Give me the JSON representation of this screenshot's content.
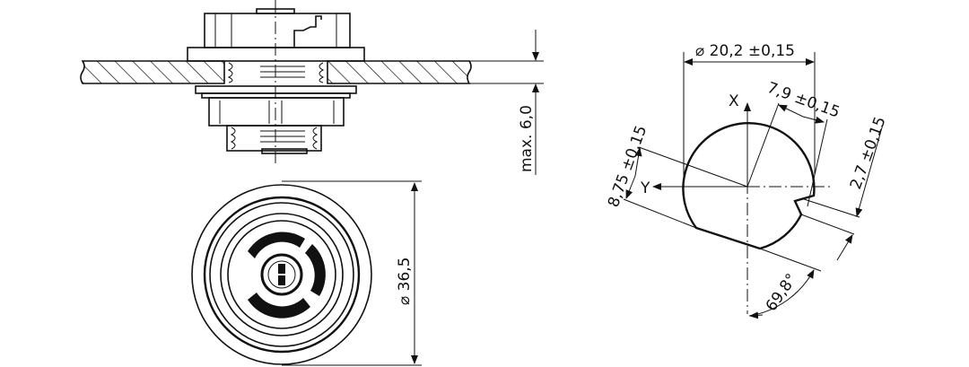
{
  "side_view": {
    "thickness_label": "max. 6,0"
  },
  "front_view": {
    "diameter_label": "⌀ 36,5"
  },
  "cam_profile": {
    "diameter_label": "⌀ 20,2 ±0,15",
    "radius_label": "7,9 ±0,15",
    "flat_label": "8,75 ±0,15",
    "tab_label": "2,7 ±0,15",
    "angle_label": "69,8°",
    "axis_x": "X",
    "axis_y": "Y"
  },
  "colors": {
    "line": "#111111",
    "background": "#ffffff"
  }
}
